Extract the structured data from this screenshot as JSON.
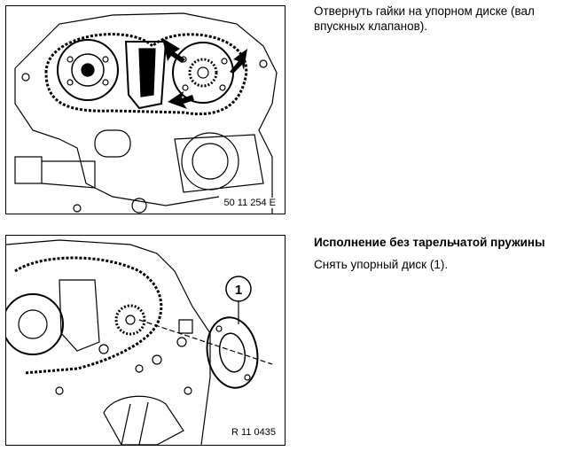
{
  "block1": {
    "line1": "Отвернуть гайки на упорном диске (вал",
    "line2": "впускных клапанов).",
    "figure_code": "50 11 254 E"
  },
  "block2": {
    "heading": "Исполнение без тарельчатой пружины",
    "body": "Снять упорный диск (1).",
    "figure_code": "R 11 0435",
    "callout": "1"
  }
}
